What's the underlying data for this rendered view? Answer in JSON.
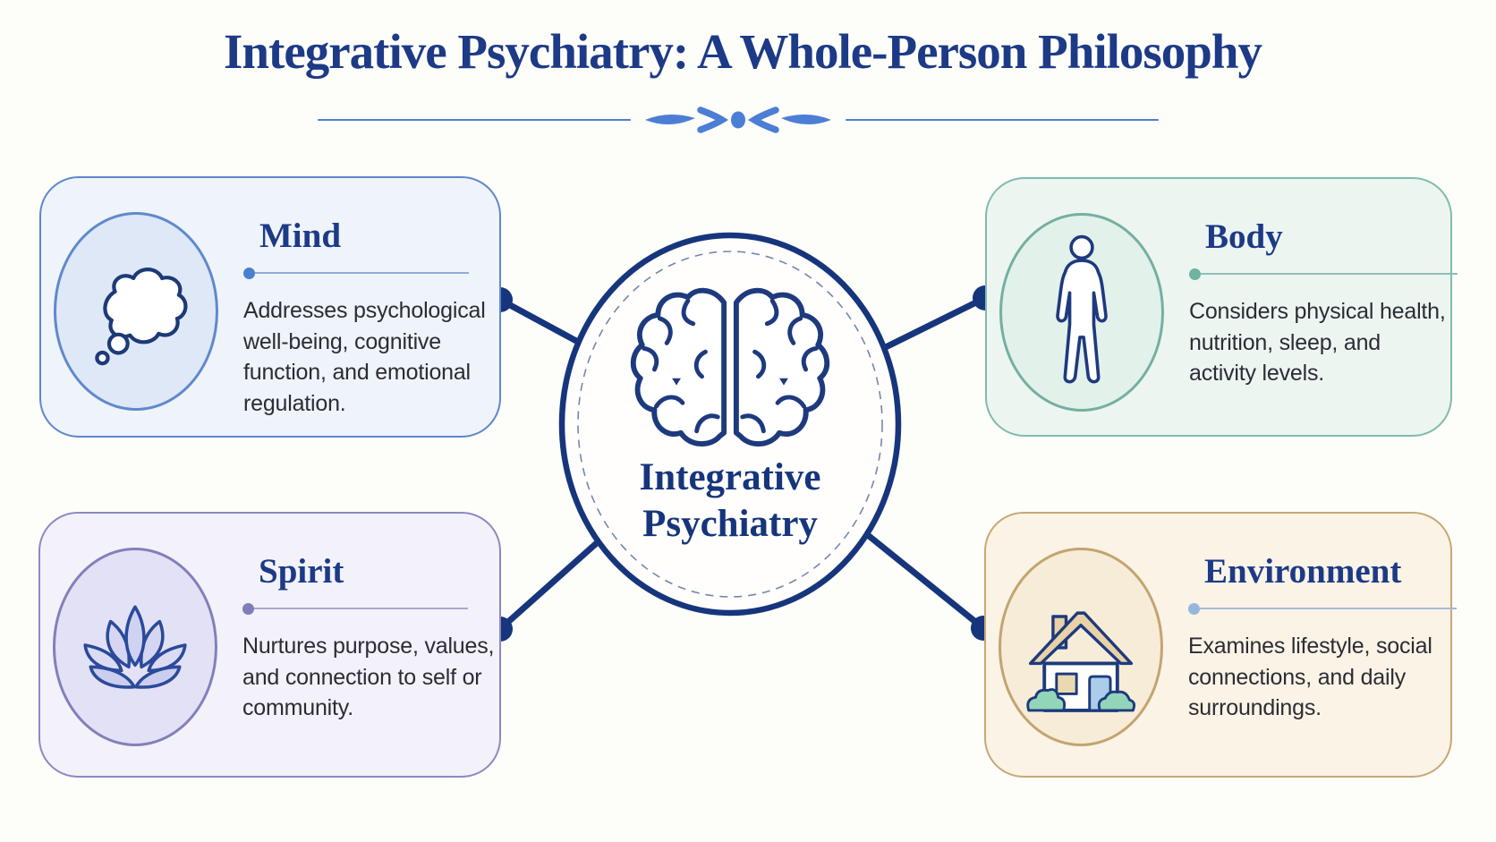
{
  "title": "Integrative Psychiatry: A Whole-Person Philosophy",
  "divider": {
    "ornament_icon": "divider-ornament-icon"
  },
  "center": {
    "icon": "brain-icon",
    "label_line1": "Integrative",
    "label_line2": "Psychiatry"
  },
  "cards": [
    {
      "id": "mind",
      "title": "Mind",
      "description": "Addresses psychological well-being, cognitive function, and emotional regulation.",
      "icon": "thought-bubble-icon",
      "colors": {
        "bg": "#EFF3FA",
        "border": "#5D88CB",
        "circle_bg": "#DFE8F7",
        "circle_border": "#5F89CC",
        "dot": "#4A7FD0",
        "line": "#8FABDC"
      }
    },
    {
      "id": "body",
      "title": "Body",
      "description": "Considers physical health, nutrition, sleep, and activity levels.",
      "icon": "human-body-icon",
      "colors": {
        "bg": "#EDF5F1",
        "border": "#7FBCAB",
        "circle_bg": "#E3F1EB",
        "circle_border": "#74B0A0",
        "dot": "#6FB3A1",
        "line": "#8FBFB2"
      }
    },
    {
      "id": "spirit",
      "title": "Spirit",
      "description": "Nurtures purpose, values, and connection to self or community.",
      "icon": "lotus-icon",
      "colors": {
        "bg": "#F3F1FA",
        "border": "#8B89C2",
        "circle_bg": "#E3E1F5",
        "circle_border": "#8280BA",
        "dot": "#7F7DB9",
        "line": "#A9A7D1"
      }
    },
    {
      "id": "environment",
      "title": "Environment",
      "description": "Examines lifestyle, social connections, and daily surroundings.",
      "icon": "house-icon",
      "colors": {
        "bg": "#FAF3E6",
        "border": "#C8A876",
        "circle_bg": "#F7ECD8",
        "circle_border": "#C3A470",
        "dot": "#95B7DE",
        "line": "#A3BBDA"
      }
    }
  ],
  "colors": {
    "navy": "#16357C",
    "title_navy": "#1C3A86",
    "text_dark": "#2C2C34",
    "divider_blue": "#4C7ED5",
    "page_bg": "#FDFDFA"
  }
}
